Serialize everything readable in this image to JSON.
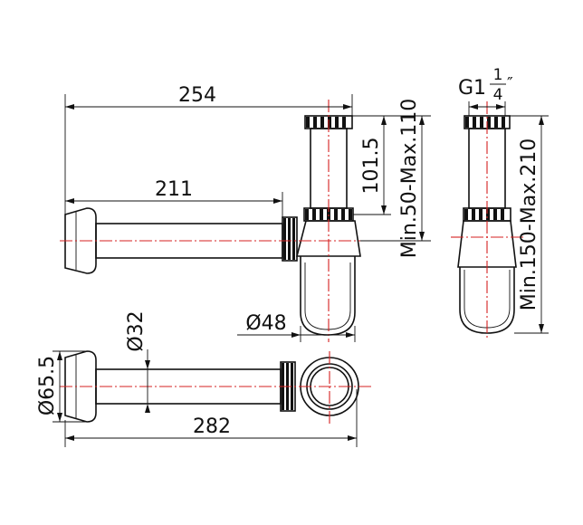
{
  "dimensions": {
    "overall_length_top": "254",
    "wall_pipe_length": "211",
    "outlet_length_bottom": "282",
    "height_adjust_range": "Min.50-Max.110",
    "upper_tube_height": "101.5",
    "total_height_range": "Min.150-Max.210",
    "trap_diameter": "Ø48",
    "pipe_diameter": "Ø32",
    "rosette_diameter": "Ø65.5"
  },
  "thread": {
    "prefix": "G1",
    "numerator": "1",
    "denominator": "4",
    "inch_mark": "″"
  },
  "colors": {
    "line": "#111111",
    "center_axis": "#d42020"
  }
}
